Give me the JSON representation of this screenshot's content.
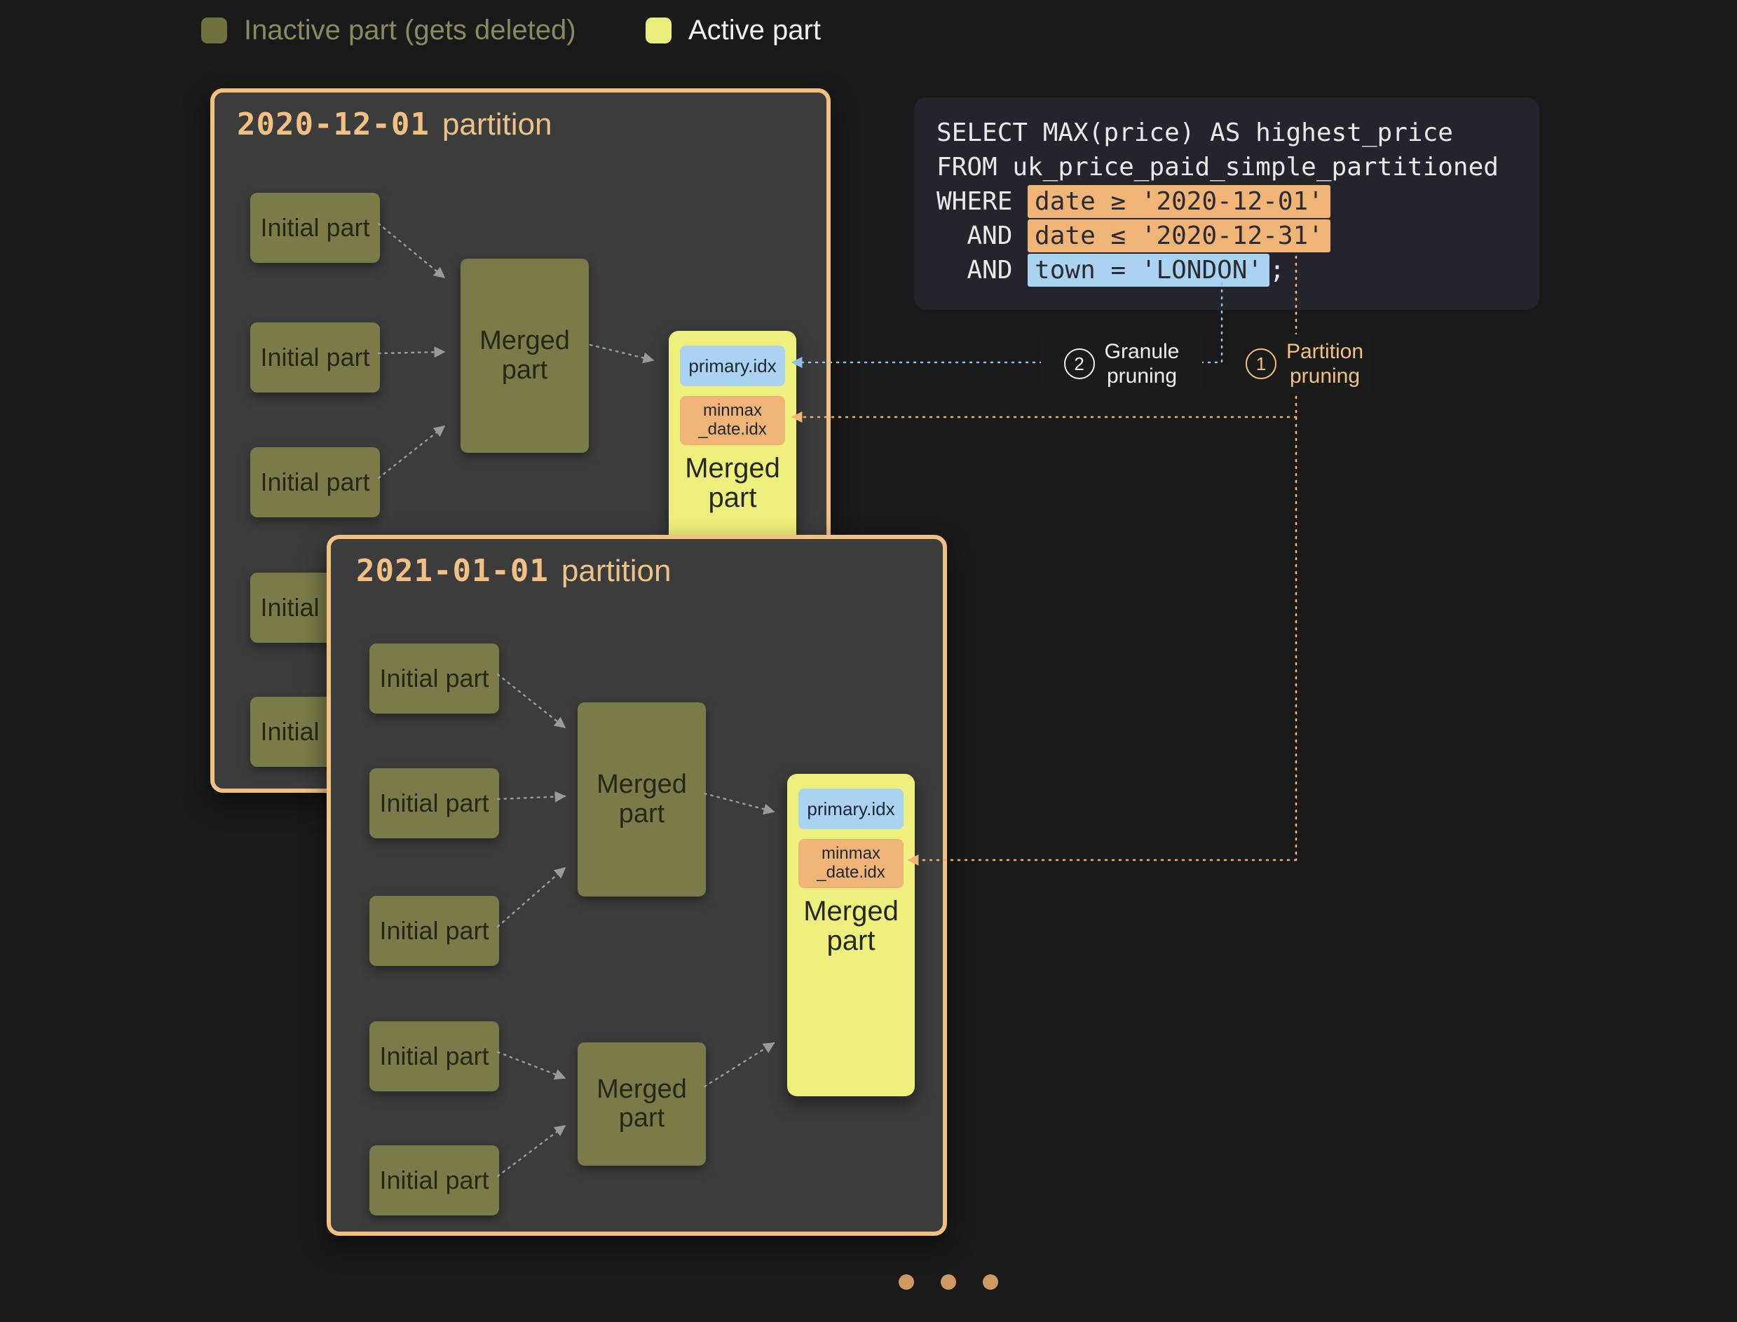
{
  "colors": {
    "background": "#1a1a1a",
    "panel_border_orange": "#f3c17f",
    "inactive_olive": "#7a7b48",
    "active_yellow": "#edf07c",
    "chip_blue": "#a9d3f1",
    "chip_orange": "#f0b476",
    "connector_blue": "#8fc1e8",
    "connector_orange": "#f0b476",
    "sql_panel_bg": "#24242c"
  },
  "legend": {
    "inactive_label": "Inactive part (gets deleted)",
    "active_label": "Active part"
  },
  "labels": {
    "initial_part": "Initial part",
    "merged_part": "Merged part"
  },
  "chips": {
    "primary": "primary.idx",
    "minmax_line1": "minmax",
    "minmax_line2": "_date.idx"
  },
  "panel1": {
    "title_date": "2020-12-01",
    "title_suffix": "partition"
  },
  "panel2": {
    "title_date": "2021-01-01",
    "title_suffix": "partition"
  },
  "sql": {
    "line1": "SELECT MAX(price) AS highest_price",
    "line2": "FROM uk_price_paid_simple_partitioned",
    "line3_prefix": "WHERE ",
    "line3_highlight": "date ≥ '2020-12-01'",
    "line4_prefix": "  AND ",
    "line4_highlight": "date ≤ '2020-12-31'",
    "line5_prefix": "  AND ",
    "line5_highlight": "town = 'LONDON'",
    "line5_suffix": ";"
  },
  "badges": {
    "granule": {
      "number": "2",
      "line1": "Granule",
      "line2": "pruning"
    },
    "partition": {
      "number": "1",
      "line1": "Partition",
      "line2": "pruning"
    }
  },
  "pagination": {
    "dot_count": 3
  }
}
